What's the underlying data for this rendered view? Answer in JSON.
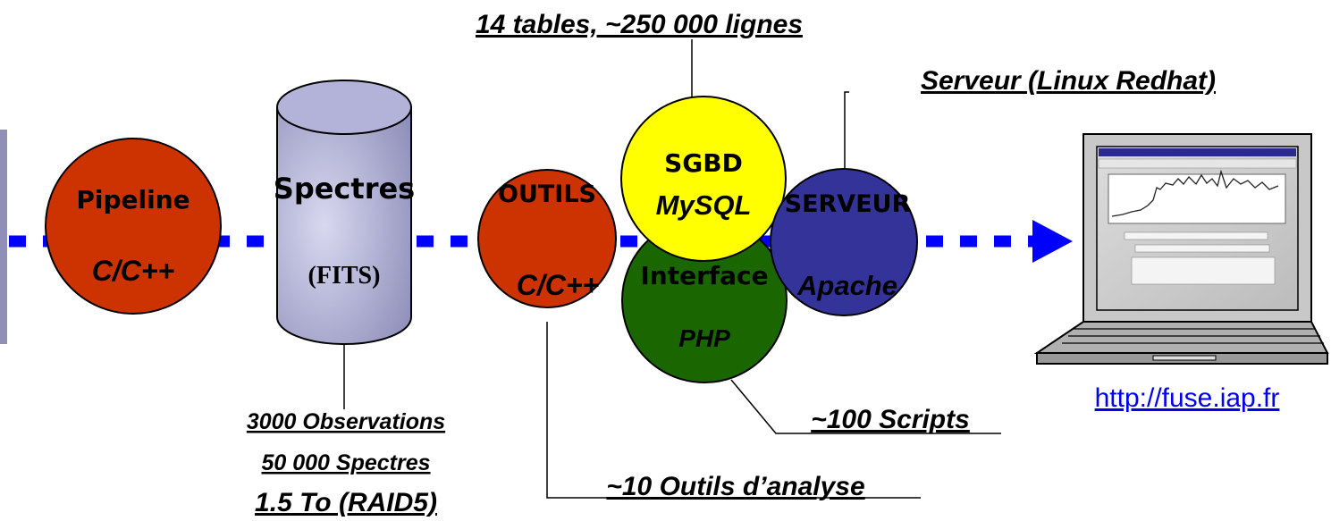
{
  "nodes": {
    "pipeline": {
      "title": "Pipeline",
      "subtitle": "C/C++",
      "color": "#cc3300"
    },
    "spectres": {
      "title": "Spectres",
      "subtitle": "(FITS)",
      "color": "#b3b3d9"
    },
    "outils": {
      "title": "OUTILS",
      "subtitle": "C/C++",
      "color": "#cc3300"
    },
    "sgbd": {
      "title": "SGBD",
      "subtitle": "MySQL",
      "color": "#ffff00"
    },
    "interface": {
      "title": "Interface",
      "subtitle": "PHP",
      "color": "#1a6600"
    },
    "serveur": {
      "title": "SERVEUR",
      "subtitle": "Apache",
      "color": "#333399"
    }
  },
  "annotations": {
    "tables": "14 tables, ~250 000 lignes",
    "serveur_os": "Serveur (Linux Redhat)",
    "observations": "3000 Observations",
    "spectres_count": "50 000 Spectres",
    "storage": "1.5 To (RAID5)",
    "scripts": "~100 Scripts",
    "outils_count": "~10 Outils d’analyse"
  },
  "link": {
    "url": "http://fuse.iap.fr"
  },
  "flow_color": "#0000ff"
}
